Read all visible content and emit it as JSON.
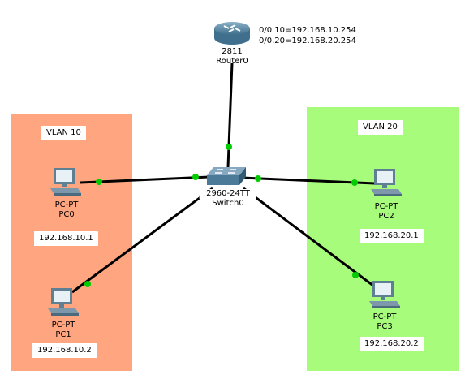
{
  "colors": {
    "vlan10_zone": "#ffa580",
    "vlan20_zone": "#a8fc7c",
    "link": "#000000",
    "link_up_dot": "#00cc00"
  },
  "router": {
    "model": "2811",
    "name": "Router0",
    "icon": "router-icon",
    "subinterfaces": [
      "0/0.10=192.168.10.254",
      "0/0.20=192.168.20.254"
    ]
  },
  "switch": {
    "model": "2960-24TT",
    "name": "Switch0",
    "icon": "switch-icon"
  },
  "vlans": [
    {
      "label": "VLAN 10"
    },
    {
      "label": "VLAN 20"
    }
  ],
  "pcs": [
    {
      "type": "PC-PT",
      "name": "PC0",
      "ip": "192.168.10.1",
      "icon": "pc-icon"
    },
    {
      "type": "PC-PT",
      "name": "PC1",
      "ip": "192.168.10.2",
      "icon": "pc-icon"
    },
    {
      "type": "PC-PT",
      "name": "PC2",
      "ip": "192.168.20.1",
      "icon": "pc-icon"
    },
    {
      "type": "PC-PT",
      "name": "PC3",
      "ip": "192.168.20.2",
      "icon": "pc-icon"
    }
  ]
}
